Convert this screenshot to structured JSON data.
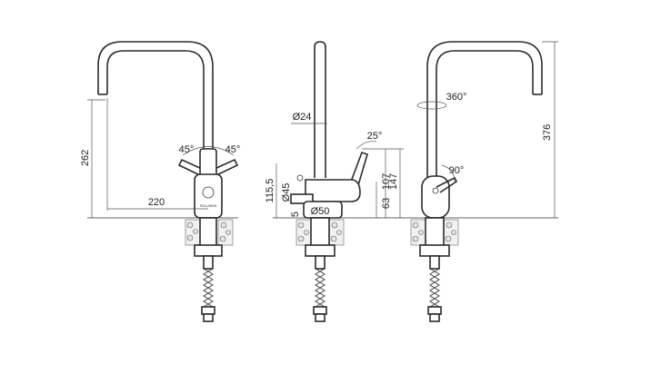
{
  "diagram": {
    "brand_mark": "SOLUMON",
    "front_view": {
      "height_label": "262",
      "reach_label": "220",
      "left_angle_label": "45°",
      "right_angle_label": "45°"
    },
    "side_view": {
      "spout_diameter_label": "Ø24",
      "body_diameter_label": "Ø45",
      "base_diameter_label": "Ø50",
      "body_height_label": "115,5",
      "lever_angle_label": "25°",
      "lever_height_label": "107",
      "total_body_label": "147",
      "axis_height_label": "63",
      "base_gap_label": "5"
    },
    "back_view": {
      "rotation_label": "360°",
      "lever_rotation_label": "90°",
      "total_height_label": "376"
    }
  }
}
